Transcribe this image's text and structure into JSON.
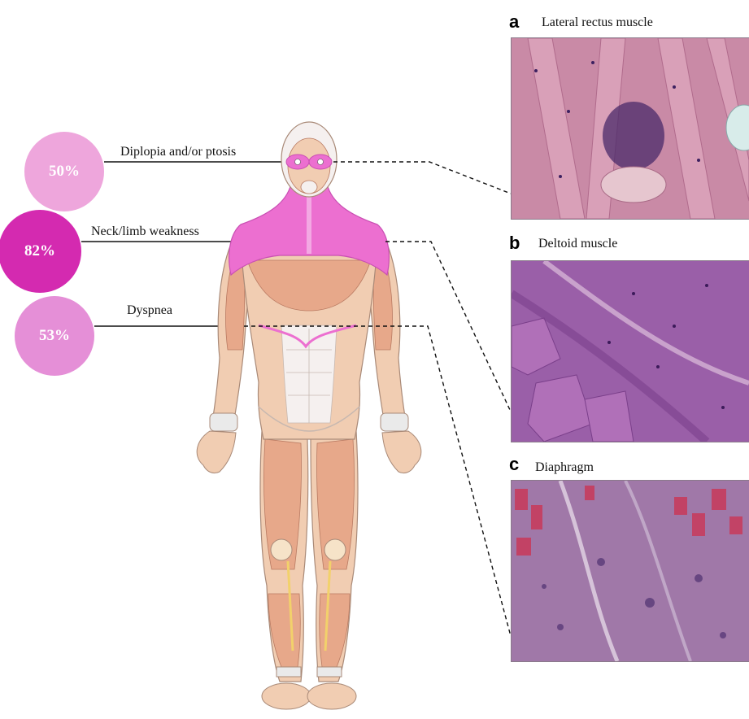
{
  "symptoms": [
    {
      "label": "Diplopia and/or ptosis",
      "percent": "50%",
      "color": "#eea6dc"
    },
    {
      "label": "Neck/limb weakness",
      "percent": "82%",
      "color": "#d42ab0"
    },
    {
      "label": "Dyspnea",
      "percent": "53%",
      "color": "#e58fd7"
    }
  ],
  "panels": [
    {
      "letter": "a",
      "title": "Lateral rectus muscle"
    },
    {
      "letter": "b",
      "title": "Deltoid muscle"
    },
    {
      "letter": "c",
      "title": "Diaphragm"
    }
  ],
  "colors": {
    "skin": "#f1cdb2",
    "muscle": "#e7a88a",
    "highlight": "#ec6fd0",
    "tissue_purple": "#9a5fa8",
    "tissue_pink": "#d38aa8"
  }
}
